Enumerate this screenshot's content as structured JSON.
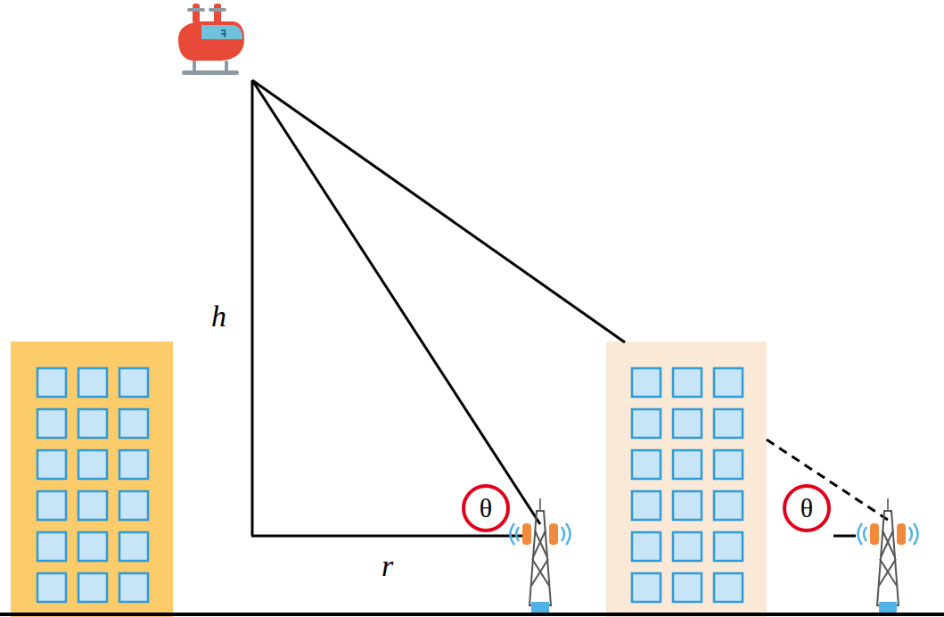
{
  "diagram": {
    "nodes": [
      {
        "text": [
          "θ"
        ]
      },
      {
        "text": [
          "θ"
        ]
      }
    ],
    "labels": [
      "h",
      "r"
    ]
  }
}
